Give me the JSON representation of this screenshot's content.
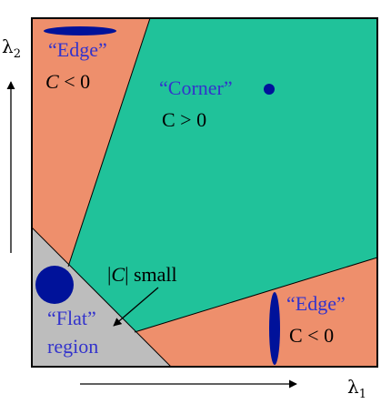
{
  "colors": {
    "corner_fill": "#20C29A",
    "edge_fill": "#EE8F6C",
    "flat_fill": "#BDBDBD",
    "blob_fill": "#00129A",
    "blue_text": "#3333CC",
    "black_text": "#000000"
  },
  "axes": {
    "x_symbol": "λ",
    "x_subscript": "1",
    "y_symbol": "λ",
    "y_subscript": "2"
  },
  "regions": {
    "edge_top": {
      "title": "“Edge”",
      "condition_var": "C",
      "condition_rest": " < 0"
    },
    "corner": {
      "title": "“Corner”",
      "condition": "C > 0"
    },
    "edge_right": {
      "title": "“Edge”",
      "condition": "C < 0"
    },
    "flat": {
      "title": "“Flat”",
      "subtitle": "region",
      "note_prefix": "|",
      "note_var": "C",
      "note_suffix": "| small"
    }
  }
}
